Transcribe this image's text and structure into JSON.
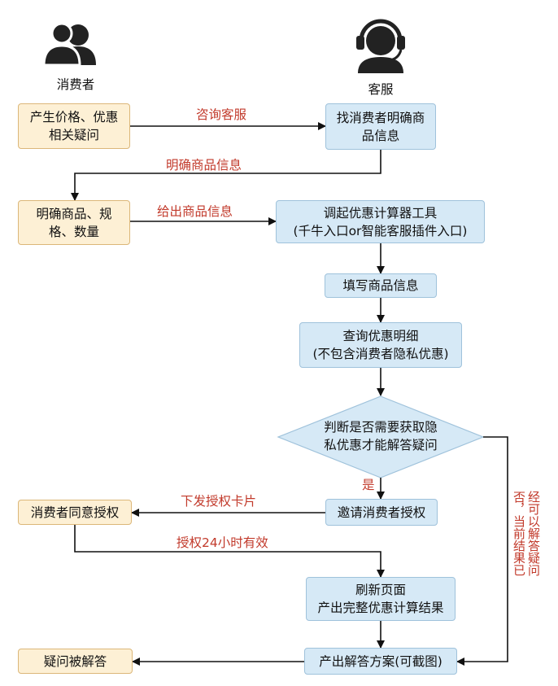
{
  "actors": {
    "consumer": "消费者",
    "service": "客服"
  },
  "boxes": {
    "consumer_question": "产生价格、优惠\n相关疑问",
    "find_product": "找消费者明确商\n品信息",
    "specify_product": "明确商品、规\n格、数量",
    "open_calculator": "调起优惠计算器工具\n(千牛入口or智能客服插件入口)",
    "fill_product": "填写商品信息",
    "query_discount": "查询优惠明细\n(不包含消费者隐私优惠)",
    "decision": "判断是否需要获取隐\n私优惠才能解答疑问",
    "invite_auth": "邀请消费者授权",
    "consumer_agree": "消费者同意授权",
    "refresh_page": "刷新页面\n产出完整优惠计算结果",
    "produce_answer": "产出解答方案(可截图)",
    "question_solved": "疑问被解答"
  },
  "edge_labels": {
    "consult_service": "咨询客服",
    "specify_info": "明确商品信息",
    "give_info": "给出商品信息",
    "yes": "是",
    "send_card": "下发授权卡片",
    "auth_valid": "授权24小时有效",
    "no_branch_col1": "否，当前结果已",
    "no_branch_col2": "经可以解答疑问"
  },
  "colors": {
    "consumer_box": "#fdf0d5",
    "service_box": "#d6e9f6",
    "label_red": "#c23a2b",
    "line": "#111111"
  },
  "icons": {
    "consumer": "people-icon",
    "service": "headset-agent-icon"
  }
}
